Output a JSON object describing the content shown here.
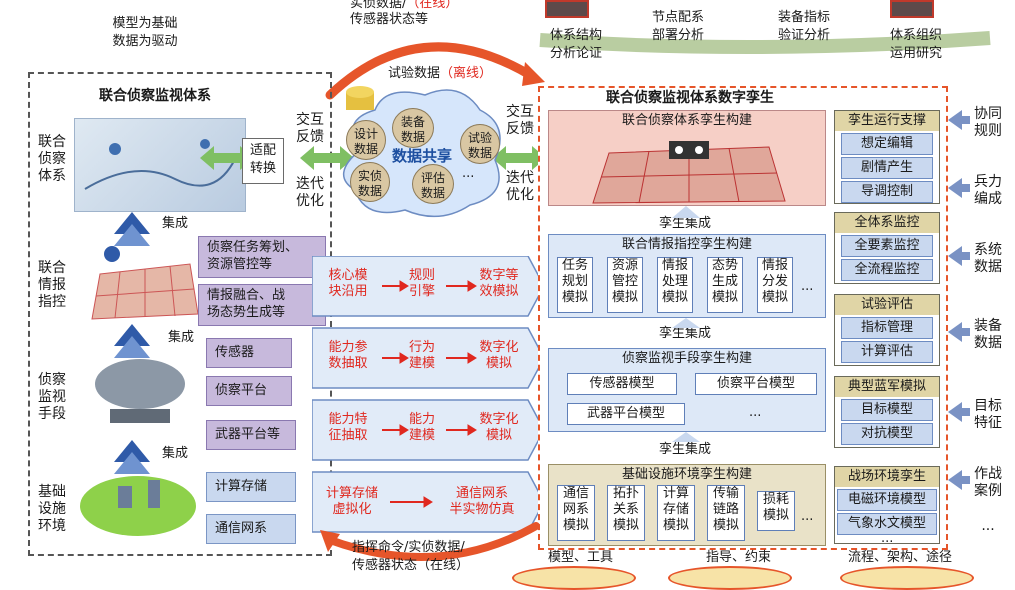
{
  "top_left": {
    "model_base": "模型为基础",
    "data_driven": "数据为驱动"
  },
  "top_online": {
    "line1_black": "实侦数据/",
    "line1_red": "（在线）",
    "line2": "传感器状态等"
  },
  "top_analyses": [
    {
      "l1": "体系结构",
      "l2": "分析论证"
    },
    {
      "l1": "节点配系",
      "l2": "部署分析"
    },
    {
      "l1": "装备指标",
      "l2": "验证分析"
    },
    {
      "l1": "体系组织",
      "l2": "运用研究"
    }
  ],
  "left_panel": {
    "title": "联合侦察监视体系",
    "layers": [
      {
        "label": "联合\n侦察\n体系"
      },
      {
        "label": "联合\n情报\n指控"
      },
      {
        "label": "侦察\n监视\n手段"
      },
      {
        "label": "基础\n设施\n环境"
      }
    ],
    "integrate": "集成",
    "intel_boxes": [
      "侦察任务筹划、\n资源管控等",
      "情报融合、战\n场态势生成等"
    ],
    "means_boxes": [
      "传感器",
      "侦察平台",
      "武器平台等"
    ],
    "infra_boxes": [
      "计算存储",
      "通信网系"
    ]
  },
  "adapt": {
    "l1": "适配",
    "l2": "转换"
  },
  "interaction_left": {
    "l1": "交互",
    "l2": "反馈",
    "l3": "迭代",
    "l4": "优化"
  },
  "interaction_right": {
    "l1": "交互",
    "l2": "反馈",
    "l3": "迭代",
    "l4": "优化"
  },
  "experiment": {
    "title_black": "试验数据",
    "title_red": "（离线）",
    "share": "数据共享",
    "items": [
      "设计\n数据",
      "装备\n数据",
      "试验\n数据",
      "实侦\n数据",
      "评估\n数据",
      "..."
    ]
  },
  "mapping_rows": [
    {
      "a": "核心模\n块沿用",
      "b": "规则\n引擎",
      "c": "数字等\n效模拟"
    },
    {
      "a": "能力参\n数抽取",
      "b": "行为\n建模",
      "c": "数字化\n模拟"
    },
    {
      "a": "能力特\n征抽取",
      "b": "能力\n建模",
      "c": "数字化\n模拟"
    },
    {
      "a": "计算存储\n虚拟化",
      "b": "",
      "c": "通信网系\n半实物仿真"
    }
  ],
  "right_panel": {
    "title": "联合侦察监视体系数字孪生",
    "twin_build": "联合侦察体系孪生构建",
    "twin_integrate": "孪生集成",
    "intel_twin": {
      "title": "联合情报指控孪生构建",
      "cells": [
        "任务\n规划\n模拟",
        "资源\n管控\n模拟",
        "情报\n处理\n模拟",
        "态势\n生成\n模拟",
        "情报\n分发\n模拟",
        "..."
      ]
    },
    "means_twin": {
      "title": "侦察监视手段孪生构建",
      "cells": [
        "传感器模型",
        "侦察平台模型",
        "武器平台模型",
        "..."
      ]
    },
    "infra_twin": {
      "title": "基础设施环境孪生构建",
      "cells": [
        "通信\n网系\n模拟",
        "拓扑\n关系\n模拟",
        "计算\n存储\n模拟",
        "传输\n链路\n模拟",
        "损耗\n模拟",
        "..."
      ]
    },
    "side_groups": [
      {
        "title": "孪生运行支撑",
        "items": [
          "想定编辑",
          "剧情产生",
          "导调控制"
        ]
      },
      {
        "title": "全体系监控",
        "items": [
          "全要素监控",
          "全流程监控"
        ]
      },
      {
        "title": "试验评估",
        "items": [
          "指标管理",
          "计算评估"
        ]
      },
      {
        "title": "典型蓝军模拟",
        "items": [
          "目标模型",
          "对抗模型"
        ]
      },
      {
        "title": "战场环境孪生",
        "items": [
          "电磁环境模型",
          "气象水文模型",
          "..."
        ]
      }
    ]
  },
  "right_tags": [
    {
      "t": "协同\n规则"
    },
    {
      "t": "兵力\n编成"
    },
    {
      "t": "系统\n数据"
    },
    {
      "t": "装备\n数据"
    },
    {
      "t": "目标\n特征"
    },
    {
      "t": "作战\n案例"
    },
    {
      "t": "..."
    }
  ],
  "bottom": {
    "command_l1": "指挥命令/实侦数据/",
    "command_l2_black": "传感器状态",
    "command_l2_red": "（在线）",
    "b1": "模型、工具",
    "b2": "指导、约束",
    "b3": "流程、架构、途径"
  },
  "colors": {
    "accent_orange": "#e6552a",
    "blue": "#2f5aa8",
    "red": "#e0281f",
    "purple": "#c7b9dc"
  }
}
